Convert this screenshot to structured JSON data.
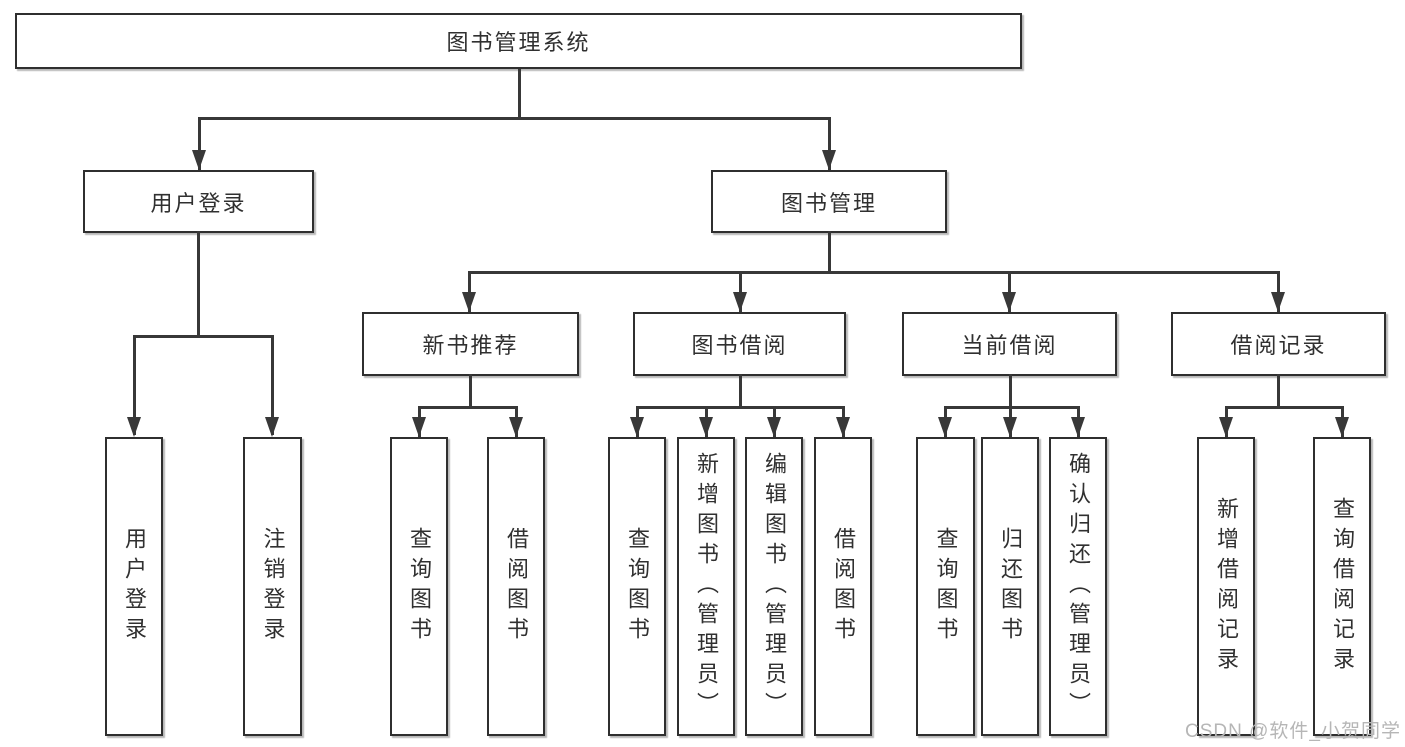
{
  "diagram": {
    "root": {
      "label": "图书管理系统"
    },
    "level1": [
      {
        "label": "用户登录"
      },
      {
        "label": "图书管理"
      }
    ],
    "level2": [
      {
        "label": "新书推荐"
      },
      {
        "label": "图书借阅"
      },
      {
        "label": "当前借阅"
      },
      {
        "label": "借阅记录"
      }
    ],
    "leaves": [
      {
        "label": "用户登录"
      },
      {
        "label": "注销登录"
      },
      {
        "label": "查询图书"
      },
      {
        "label": "借阅图书"
      },
      {
        "label": "查询图书"
      },
      {
        "label": "新增图书（管理员）"
      },
      {
        "label": "编辑图书（管理员）"
      },
      {
        "label": "借阅图书"
      },
      {
        "label": "查询图书"
      },
      {
        "label": "归还图书"
      },
      {
        "label": "确认归还（管理员）"
      },
      {
        "label": "新增借阅记录"
      },
      {
        "label": "查询借阅记录"
      }
    ],
    "structure": {
      "图书管理系统": [
        "用户登录",
        "图书管理"
      ],
      "用户登录": [
        "用户登录",
        "注销登录"
      ],
      "图书管理": [
        "新书推荐",
        "图书借阅",
        "当前借阅",
        "借阅记录"
      ],
      "新书推荐": [
        "查询图书",
        "借阅图书"
      ],
      "图书借阅": [
        "查询图书",
        "新增图书（管理员）",
        "编辑图书（管理员）",
        "借阅图书"
      ],
      "当前借阅": [
        "查询图书",
        "归还图书",
        "确认归还（管理员）"
      ],
      "借阅记录": [
        "新增借阅记录",
        "查询借阅记录"
      ]
    },
    "colors": {
      "line": "#383838",
      "border": "#2f2f2f",
      "text": "#303030",
      "background": "#ffffff",
      "watermark": "#b6b6b6"
    }
  },
  "watermark": {
    "text": "CSDN @软件_小贺同学"
  }
}
